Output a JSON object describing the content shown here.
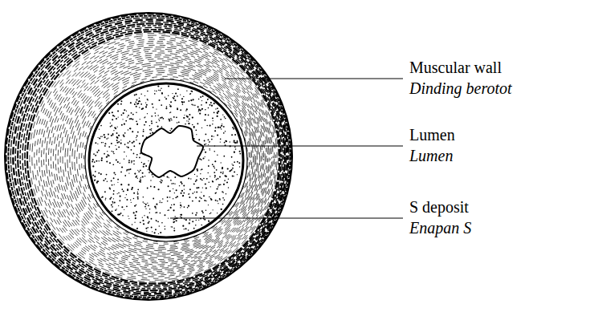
{
  "diagram": {
    "labels": [
      "Muscular wall",
      "Dinding berotot",
      "Lumen",
      "Lumen",
      "S deposit",
      "Enapan S"
    ]
  }
}
